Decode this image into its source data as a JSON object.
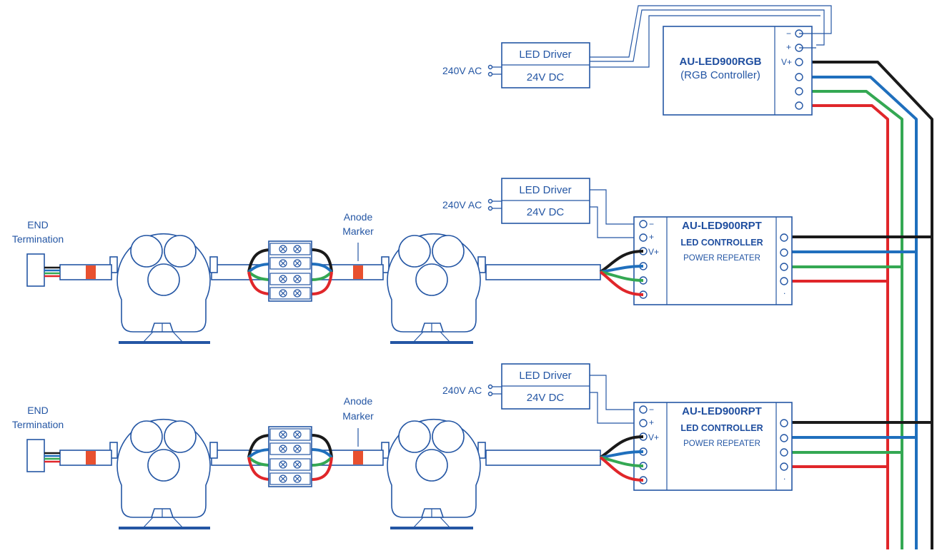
{
  "colors": {
    "outline": "#2456a4",
    "wire_black": "#1a1a1a",
    "wire_blue": "#1f6fbd",
    "wire_green": "#34a853",
    "wire_red": "#e0262a",
    "anode_marker": "#e8502f"
  },
  "rgb_controller": {
    "model": "AU-LED900RGB",
    "subtitle": "(RGB Controller)",
    "terminals": [
      "−",
      "+",
      "V+"
    ]
  },
  "driver_top": {
    "input": "240V AC",
    "line1": "LED Driver",
    "line2": "24V DC"
  },
  "rows": [
    {
      "driver": {
        "input": "240V AC",
        "line1": "LED Driver",
        "line2": "24V DC"
      },
      "repeater": {
        "model": "AU-LED900RPT",
        "line2": "LED CONTROLLER",
        "line3": "POWER REPEATER",
        "terminals": [
          "−",
          "+",
          "V+"
        ],
        "dot": "."
      },
      "end_label_1": "END",
      "end_label_2": "Termination",
      "anode_label_1": "Anode",
      "anode_label_2": "Marker"
    },
    {
      "driver": {
        "input": "240V AC",
        "line1": "LED Driver",
        "line2": "24V DC"
      },
      "repeater": {
        "model": "AU-LED900RPT",
        "line2": "LED CONTROLLER",
        "line3": "POWER REPEATER",
        "terminals": [
          "−",
          "+",
          "V+"
        ],
        "dot": "."
      },
      "end_label_1": "END",
      "end_label_2": "Termination",
      "anode_label_1": "Anode",
      "anode_label_2": "Marker"
    }
  ]
}
